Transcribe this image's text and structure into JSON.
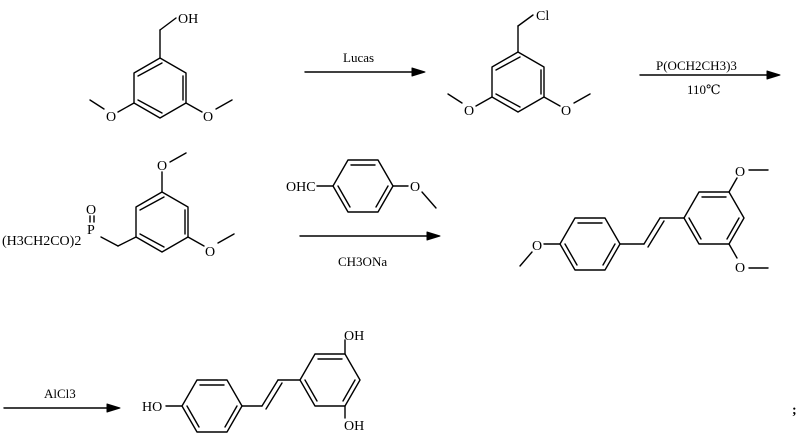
{
  "scheme": {
    "step1_reagent": "Lucas",
    "step2_reagent": "P(OCH2CH3)3",
    "step2_condition": "110℃",
    "step3_aldehyde_group": "OHC",
    "step3_base": "CH3ONa",
    "step4_reagent": "AlCl3",
    "terminator": ";"
  },
  "molecules": {
    "m1": {
      "oh": "OH",
      "o_left": "O",
      "o_right": "O"
    },
    "m2": {
      "cl": "Cl",
      "o_left": "O",
      "o_right": "O"
    },
    "m3": {
      "p": "P",
      "p_oxygen": "O",
      "ester_group": "(H3CH2CO)2",
      "o_top": "O",
      "o_bottom": "O"
    },
    "m4": {
      "o_left": "O",
      "o_top": "O",
      "o_bottom": "O"
    },
    "m5": {
      "ho": "HO",
      "oh_top": "OH",
      "oh_bottom": "OH"
    },
    "aldehyde": {
      "o": "O"
    }
  }
}
